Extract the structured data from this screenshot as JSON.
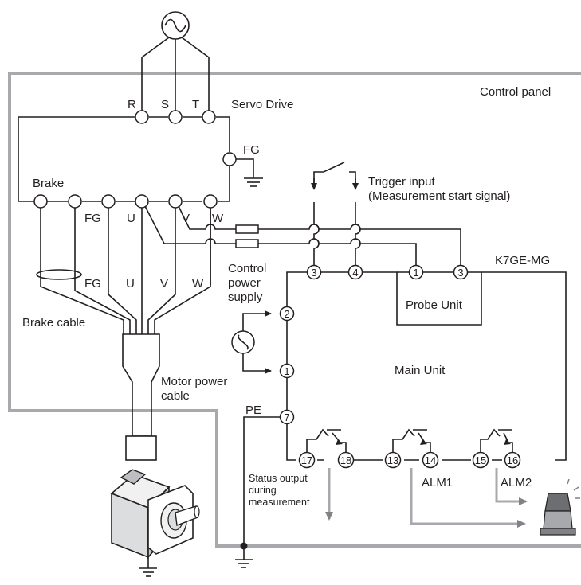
{
  "labels": {
    "control_panel": "Control panel",
    "servo_drive": "Servo Drive",
    "r": "R",
    "s": "S",
    "t": "T",
    "fg_right": "FG",
    "brake": "Brake",
    "fg_drive": "FG",
    "u_drive": "U",
    "v_drive": "V",
    "w_drive": "W",
    "fg_cable": "FG",
    "u_cable": "U",
    "v_cable": "V",
    "w_cable": "W",
    "brake_cable": "Brake cable",
    "motor_power_cable_1": "Motor power",
    "motor_power_cable_2": "cable",
    "trigger_input_1": "Trigger input",
    "trigger_input_2": "(Measurement start signal)",
    "k7ge_mg": "K7GE-MG",
    "control_power_1": "Control",
    "control_power_2": "power",
    "control_power_3": "supply",
    "probe_unit": "Probe Unit",
    "main_unit": "Main Unit",
    "pe": "PE",
    "status_1": "Status output",
    "status_2": "during",
    "status_3": "measurement",
    "alm1": "ALM1",
    "alm2": "ALM2"
  },
  "terminals": {
    "main_3": "3",
    "main_4": "4",
    "probe_1": "1",
    "probe_3": "3",
    "power_2": "2",
    "power_1": "1",
    "pe_7": "7",
    "out_17": "17",
    "out_18": "18",
    "out_13": "13",
    "out_14": "14",
    "out_15": "15",
    "out_16": "16"
  },
  "colors": {
    "line": "#231f20",
    "panel_border": "#a7a9ac",
    "signal_arrow": "#808285",
    "lamp_top": "#6d6e71",
    "lamp_body": "#939598"
  }
}
